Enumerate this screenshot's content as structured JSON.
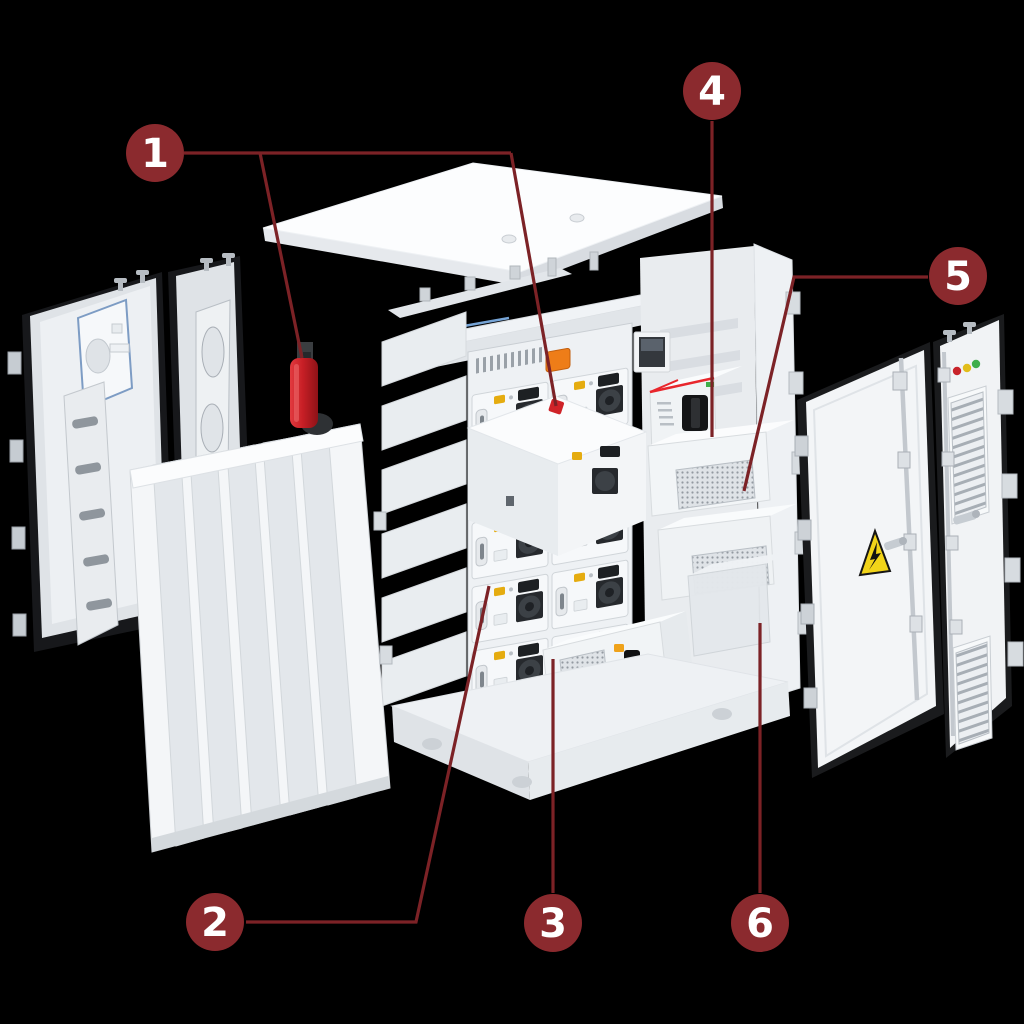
{
  "diagram": {
    "background_color": "#000000",
    "callout_color": "#8b2a2e",
    "line_color": "#7c2226",
    "callouts": [
      {
        "number": "1"
      },
      {
        "number": "2"
      },
      {
        "number": "3"
      },
      {
        "number": "4"
      },
      {
        "number": "5"
      },
      {
        "number": "6"
      }
    ],
    "colors": {
      "extinguisher_red": "#c9242a",
      "aerosol_red": "#cf2328",
      "accent_red_stripe": "#e8262c",
      "warning_yellow": "#f2d419",
      "led_red": "#c8232a",
      "led_amber": "#e2bd1b",
      "led_green": "#3fae4a",
      "busbar_blue": "#9fc0e2",
      "panel_light": "#f2f4f6",
      "frame_dark": "#17181b"
    }
  }
}
